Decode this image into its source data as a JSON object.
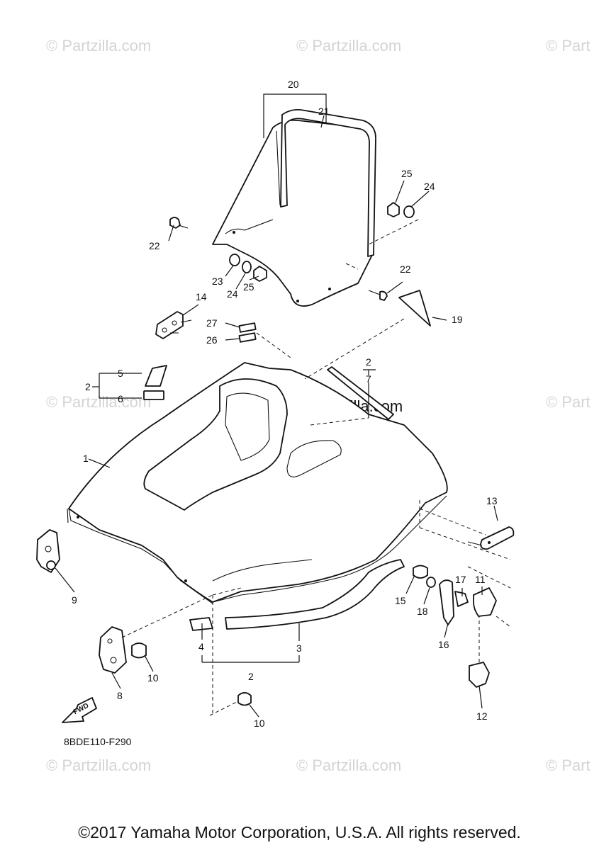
{
  "watermark_text": "© Partzilla.com",
  "watermark_partial": "© Part",
  "center_watermark": "© Partzilla.com",
  "diagram_code": "8BDE110-F290",
  "fwd_label": "FWD",
  "copyright": "©2017 Yamaha Motor Corporation, U.S.A. All rights reserved.",
  "callouts": {
    "c1": "1",
    "c2a": "2",
    "c2b": "2",
    "c2c": "2",
    "c3": "3",
    "c4": "4",
    "c5": "5",
    "c6": "6",
    "c7": "7",
    "c8": "8",
    "c9": "9",
    "c10a": "10",
    "c10b": "10",
    "c11": "11",
    "c12": "12",
    "c13": "13",
    "c14": "14",
    "c15": "15",
    "c16": "16",
    "c17": "17",
    "c18": "18",
    "c19": "19",
    "c20": "20",
    "c21": "21",
    "c22a": "22",
    "c22b": "22",
    "c23": "23",
    "c24a": "24",
    "c24b": "24",
    "c25a": "25",
    "c25b": "25",
    "c26": "26",
    "c27": "27"
  }
}
